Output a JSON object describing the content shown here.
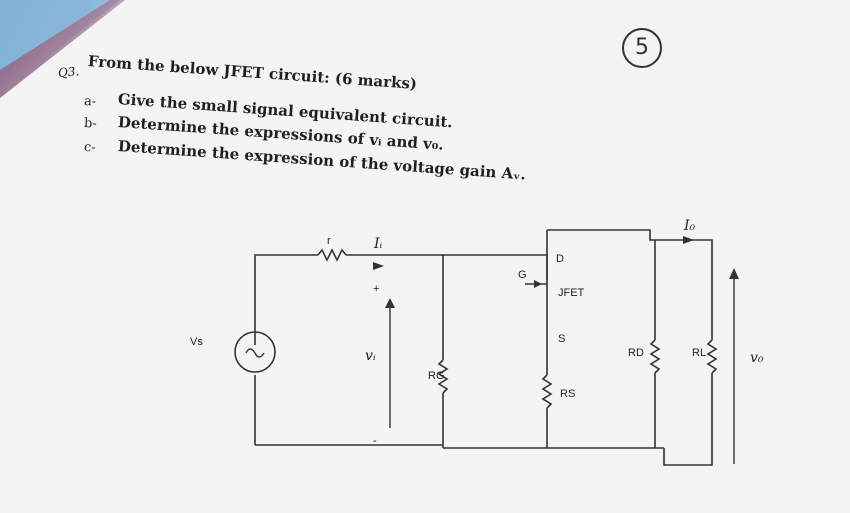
{
  "question": {
    "number": "Q3.",
    "intro": "From the below JFET circuit: (6 marks)",
    "items": [
      {
        "letter": "a-",
        "text": "Give the small signal equivalent circuit."
      },
      {
        "letter": "b-",
        "text": "Determine the expressions of vᵢ and v₀."
      },
      {
        "letter": "c-",
        "text": "Determine the expression of the voltage gain Aᵥ."
      }
    ],
    "marks_circle": "5"
  },
  "circuit": {
    "source_label": "Vs",
    "resistor_r": "r",
    "current_in": "Iᵢ",
    "plus": "+",
    "minus": "-",
    "v_in": "vᵢ",
    "rg": "RG",
    "gate": "G",
    "drain": "D",
    "jfet": "JFET",
    "source_pin": "S",
    "rs": "RS",
    "rd": "RD",
    "rl": "RL",
    "current_out": "I₀",
    "v_out": "v₀"
  }
}
